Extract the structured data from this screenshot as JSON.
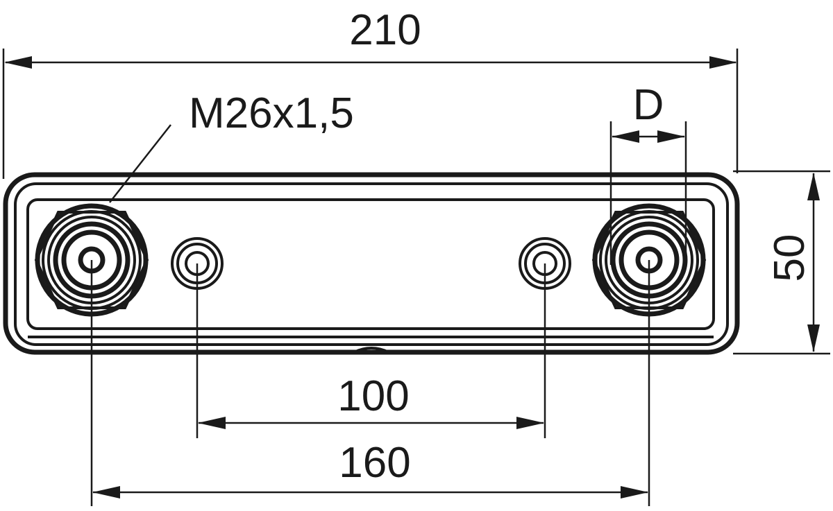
{
  "drawing": {
    "dimensions": {
      "overall_length": "210",
      "height": "50",
      "inner_hole_spacing": "100",
      "outer_hole_spacing": "160",
      "gland_diameter": "D"
    },
    "thread_callout": "M26x1,5",
    "line_color": "#1a1a1a",
    "background_color": "#ffffff"
  }
}
